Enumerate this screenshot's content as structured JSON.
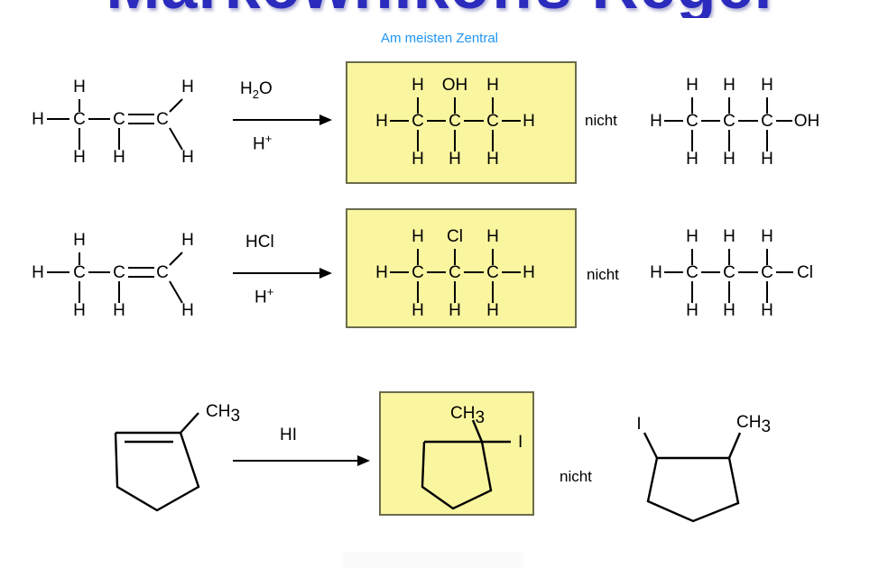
{
  "title": "Markownikoffs Regel",
  "subtitle": "Am meisten Zentral",
  "colors": {
    "title": "#2b2bbd",
    "subtitle": "#2196f3",
    "highlight_fill": "#faf6a0",
    "highlight_border": "#6b6b4e",
    "bond": "#000000"
  },
  "reactions": [
    {
      "id": "propene-hydration",
      "reagent_top": "H2O",
      "reagent_top_formula": {
        "base": "H",
        "sub": "2",
        "tail": "O"
      },
      "reagent_bottom": "H+",
      "reagent_bottom_formula": {
        "base": "H",
        "sup": "+"
      },
      "reactant": {
        "name": "propene",
        "atoms": [
          "H",
          "C",
          "H",
          "H",
          "C",
          "H",
          "C",
          "H",
          "H"
        ],
        "labels": {
          "c1": "C",
          "c2": "C",
          "c3": "C"
        }
      },
      "product_major": {
        "name": "propan-2-ol",
        "substituent": "OH",
        "substituent_position": "middle",
        "atoms": [
          "H",
          "OH",
          "H",
          "H",
          "C",
          "C",
          "C",
          "H",
          "H",
          "H",
          "H"
        ]
      },
      "reject_label": "nicht",
      "product_minor": {
        "name": "propan-1-ol",
        "substituent": "OH",
        "substituent_position": "terminal"
      }
    },
    {
      "id": "propene-hydrochlorination",
      "reagent_top": "HCl",
      "reagent_bottom": "H+",
      "reagent_bottom_formula": {
        "base": "H",
        "sup": "+"
      },
      "reactant": {
        "name": "propene",
        "labels": {
          "c1": "C",
          "c2": "C",
          "c3": "C"
        }
      },
      "product_major": {
        "name": "2-chloropropane",
        "substituent": "Cl",
        "substituent_position": "middle"
      },
      "reject_label": "nicht",
      "product_minor": {
        "name": "1-chloropropane",
        "substituent": "Cl",
        "substituent_position": "terminal"
      }
    },
    {
      "id": "methylcyclopentene-hydroiodination",
      "reagent_top": "HI",
      "reagent_bottom": "",
      "reactant": {
        "name": "1-methylcyclopentene",
        "substituent": "CH3",
        "substituent_base": "CH",
        "substituent_sub": "3"
      },
      "product_major": {
        "name": "1-iodo-1-methylcyclopentane",
        "substituent_a": "CH3",
        "substituent_a_base": "CH",
        "substituent_a_sub": "3",
        "substituent_b": "I"
      },
      "reject_label": "nicht",
      "product_minor": {
        "name": "trans-1-iodo-2-methylcyclopentane",
        "substituent_a": "I",
        "substituent_b": "CH3",
        "substituent_b_base": "CH",
        "substituent_b_sub": "3"
      }
    }
  ],
  "atom_labels": {
    "H": "H",
    "C": "C",
    "O": "O",
    "OH": "OH",
    "Cl": "Cl",
    "I": "I",
    "CH": "CH",
    "three": "3"
  }
}
